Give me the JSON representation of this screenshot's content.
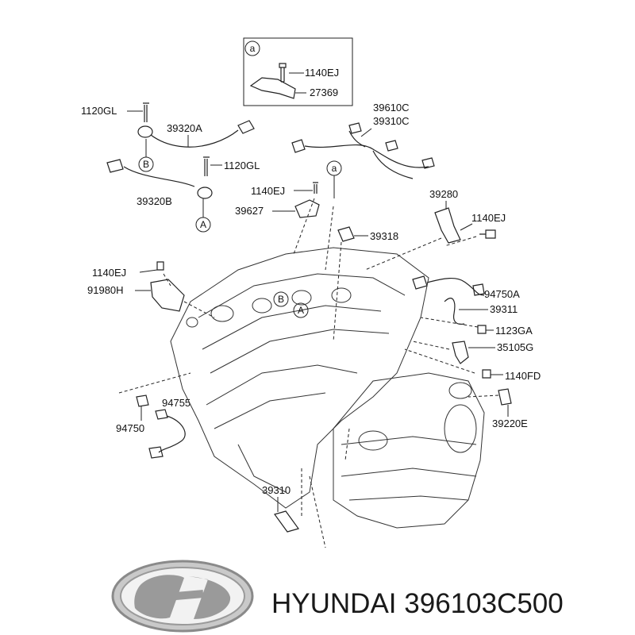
{
  "parts": {
    "p1140EJ_inset": "1140EJ",
    "p27369": "27369",
    "p1120GL_top": "1120GL",
    "p39320A": "39320A",
    "p1120GL_mid": "1120GL",
    "p39320B": "39320B",
    "p39610C": "39610C",
    "p39310C": "39310C",
    "p1140EJ_upper": "1140EJ",
    "p39627": "39627",
    "p39318": "39318",
    "p39280": "39280",
    "p1140EJ_right": "1140EJ",
    "p1140EJ_left": "1140EJ",
    "p91980H": "91980H",
    "p94750A": "94750A",
    "p39311": "39311",
    "p1123GA": "1123GA",
    "p35105G": "35105G",
    "p1140FD": "1140FD",
    "p39220E": "39220E",
    "p94755": "94755",
    "p94750": "94750",
    "p39310": "39310"
  },
  "callouts": {
    "a": "a",
    "b": "B",
    "A": "A"
  },
  "brand": {
    "name": "HYUNDAI",
    "part_number": "396103C500"
  }
}
